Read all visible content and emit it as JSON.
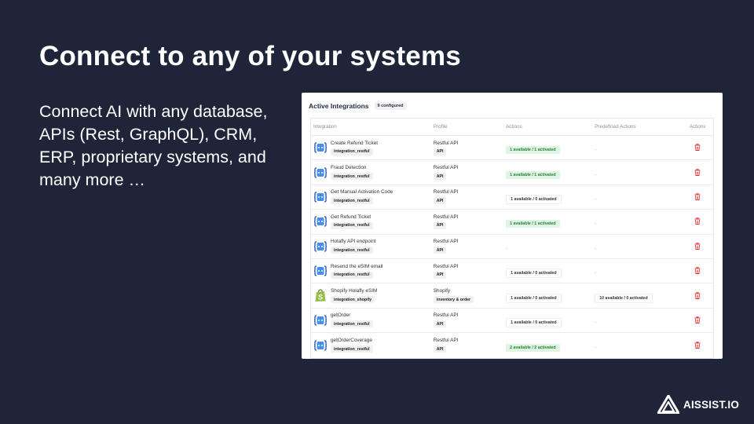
{
  "slide": {
    "title": "Connect to any of your systems",
    "body": "Connect AI with any database, APIs (Rest, GraphQL), CRM, ERP, proprietary systems, and many more …"
  },
  "panel": {
    "title": "Active Integrations",
    "count_badge": "9 configured",
    "headers": {
      "integration": "Integration",
      "profile": "Profile",
      "actions": "Actions",
      "predefined": "Predefined Actions",
      "row_actions": "Actions"
    },
    "rows": [
      {
        "name": "Create Refund Ticket",
        "tag": "integration_restful",
        "icon": "api-brackets-icon",
        "profile": "Restful API",
        "profile_tag": "API",
        "actions": "1 available / 1 activated",
        "actions_style": "green",
        "predefined": "-"
      },
      {
        "name": "Fraud Detection",
        "tag": "integration_restful",
        "icon": "api-brackets-icon",
        "profile": "Restful API",
        "profile_tag": "API",
        "actions": "1 available / 1 activated",
        "actions_style": "green",
        "predefined": "-"
      },
      {
        "name": "Get Manual Activation Code",
        "tag": "integration_restful",
        "icon": "api-brackets-icon",
        "profile": "Restful API",
        "profile_tag": "API",
        "actions": "1 available / 0 activated",
        "actions_style": "plain",
        "predefined": "-"
      },
      {
        "name": "Get Refund Ticket",
        "tag": "integration_restful",
        "icon": "api-brackets-icon",
        "profile": "Restful API",
        "profile_tag": "API",
        "actions": "1 available / 1 activated",
        "actions_style": "green",
        "predefined": "-"
      },
      {
        "name": "Holafly API endpoint",
        "tag": "integration_restful",
        "icon": "api-brackets-icon",
        "profile": "Restful API",
        "profile_tag": "API",
        "actions": "-",
        "actions_style": "dash",
        "predefined": "-"
      },
      {
        "name": "Resend the eSIM email",
        "tag": "integration_restful",
        "icon": "api-brackets-icon",
        "profile": "Restful API",
        "profile_tag": "API",
        "actions": "1 available / 0 activated",
        "actions_style": "plain",
        "predefined": "-"
      },
      {
        "name": "Shopify Holafly eSIM",
        "tag": "integration_shopify",
        "icon": "shopify-bag-icon",
        "profile": "Shopify",
        "profile_tag": "inventory & order",
        "actions": "1 available / 0 activated",
        "actions_style": "plain",
        "predefined": "10 available / 0 activated"
      },
      {
        "name": "getOrder",
        "tag": "integration_restful",
        "icon": "api-brackets-icon",
        "profile": "Restful API",
        "profile_tag": "API",
        "actions": "1 available / 0 activated",
        "actions_style": "plain",
        "predefined": "-"
      },
      {
        "name": "getOrderCoverage",
        "tag": "integration_restful",
        "icon": "api-brackets-icon",
        "profile": "Restful API",
        "profile_tag": "API",
        "actions": "2 available / 2 activated",
        "actions_style": "green",
        "predefined": "-"
      }
    ]
  },
  "logo": {
    "text": "AISSIST.IO",
    "icon": "aissist-logo-icon"
  },
  "colors": {
    "background": "#1e2538",
    "green_badge_bg": "#dff5e3",
    "green_badge_text": "#2e7d3b",
    "trash": "#e03131"
  }
}
